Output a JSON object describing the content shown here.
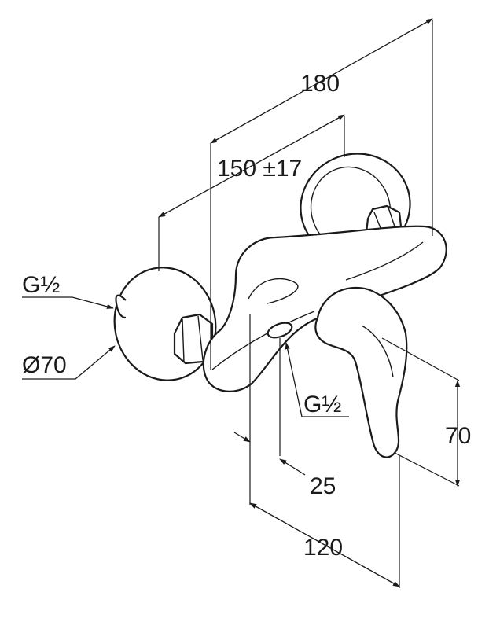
{
  "dimensions": {
    "overall_width": "180",
    "inlet_spacing": "150 ±17",
    "inlet_thread": "G½",
    "rosette_diameter": "Ø70",
    "outlet_thread": "G½",
    "outlet_offset": "25",
    "lever_height": "70",
    "projection": "120"
  }
}
